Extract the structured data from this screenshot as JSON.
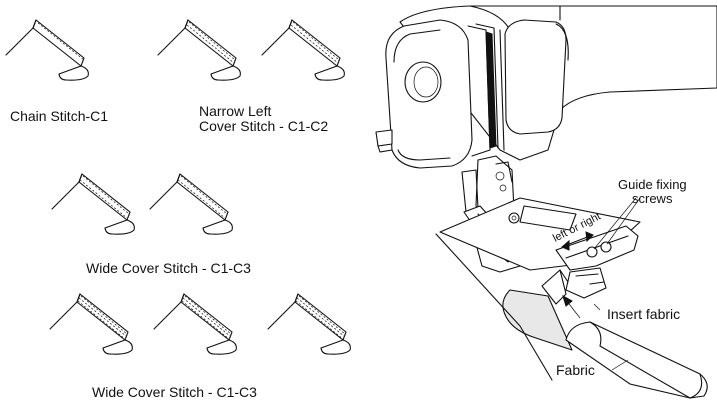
{
  "labels": {
    "chain_stitch": "Chain Stitch-C1",
    "narrow_left_line1": "Narrow Left",
    "narrow_left_line2": "Cover Stitch - C1-C2",
    "wide_cover_1": "Wide Cover Stitch - C1-C3",
    "wide_cover_2": "Wide Cover Stitch - C1-C3",
    "guide_screws_line1": "Guide fixing",
    "guide_screws_line2": "screws",
    "left_or_right": "left or right",
    "insert_fabric": "Insert fabric",
    "fabric": "Fabric"
  },
  "stitch_samples": [
    {
      "label_key": "chain_stitch",
      "stitch_lines": 1
    },
    {
      "label_key": "narrow_left",
      "stitch_lines": 2
    },
    {
      "label_key": "narrow_left",
      "stitch_lines": 2
    },
    {
      "label_key": "wide_cover_1",
      "stitch_lines": 2
    },
    {
      "label_key": "wide_cover_1",
      "stitch_lines": 2
    },
    {
      "label_key": "wide_cover_2",
      "stitch_lines": 3
    },
    {
      "label_key": "wide_cover_2",
      "stitch_lines": 3
    },
    {
      "label_key": "wide_cover_2",
      "stitch_lines": 3
    }
  ],
  "icons": [
    "folded-hem-icon",
    "sewing-machine-illustration",
    "binder-attachment-illustration",
    "double-arrow-icon"
  ]
}
